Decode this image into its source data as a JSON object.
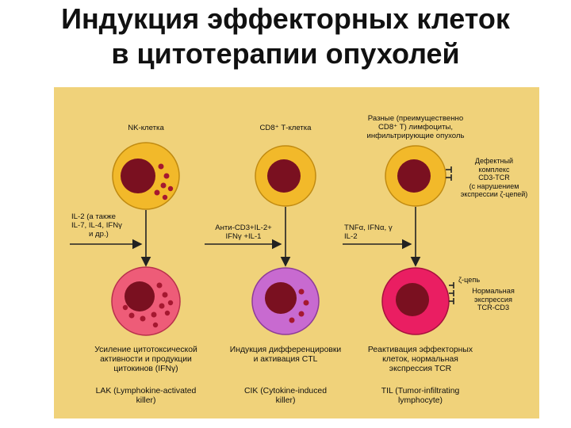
{
  "title": {
    "line1": "Индукция эффекторных клеток",
    "line2": "в цитотерапии опухолей"
  },
  "columns": [
    {
      "header": [
        "NK-клетка"
      ],
      "stimulus": [
        "IL-2 (а также",
        "IL-7, IL-4, IFNγ",
        "и др.)"
      ],
      "result": [
        "Усиление цитотоксической",
        "активности и продукции",
        "цитокинов (IFNγ)"
      ],
      "name": [
        "LAK (Lymphokine-activated",
        "killer)"
      ]
    },
    {
      "header": [
        "CD8⁺ Т-клетка"
      ],
      "stimulus": [
        "Анти-CD3+IL-2+",
        "IFNγ +IL-1"
      ],
      "result": [
        "Индукция дифференцировки",
        "и активация CTL"
      ],
      "name": [
        "CIK (Cytokine-induced",
        "killer)"
      ]
    },
    {
      "header": [
        "Разные (преимущественно",
        "CD8⁺ T) лимфоциты,",
        "инфильтрирующие опухоль"
      ],
      "stimulus": [
        "TNFα, IFNα, γ",
        "IL-2"
      ],
      "result": [
        "Реактивация эффекторных",
        "клеток, нормальная",
        "экспрессия TCR"
      ],
      "name": [
        "TIL (Tumor-infiltrating",
        "lymphocyte)"
      ]
    }
  ],
  "side_notes": {
    "defect": [
      "Дефектный",
      "комплекс",
      "CD3-TCR",
      "(с нарушением",
      "экспрессии ζ-цепей)"
    ],
    "zeta": "ζ-цепь",
    "normal": [
      "Нормальная",
      "экспрессия",
      "TCR-CD3"
    ]
  },
  "colors": {
    "background": "#f0d27a",
    "resting_cytoplasm": "#f2b92a",
    "nucleus": "#7a1020",
    "lak_cytoplasm": "#ee5c78",
    "cik_cytoplasm": "#c86ad0",
    "til_cytoplasm": "#ea1e62",
    "granule": "#a51830",
    "arrow": "#222222"
  }
}
